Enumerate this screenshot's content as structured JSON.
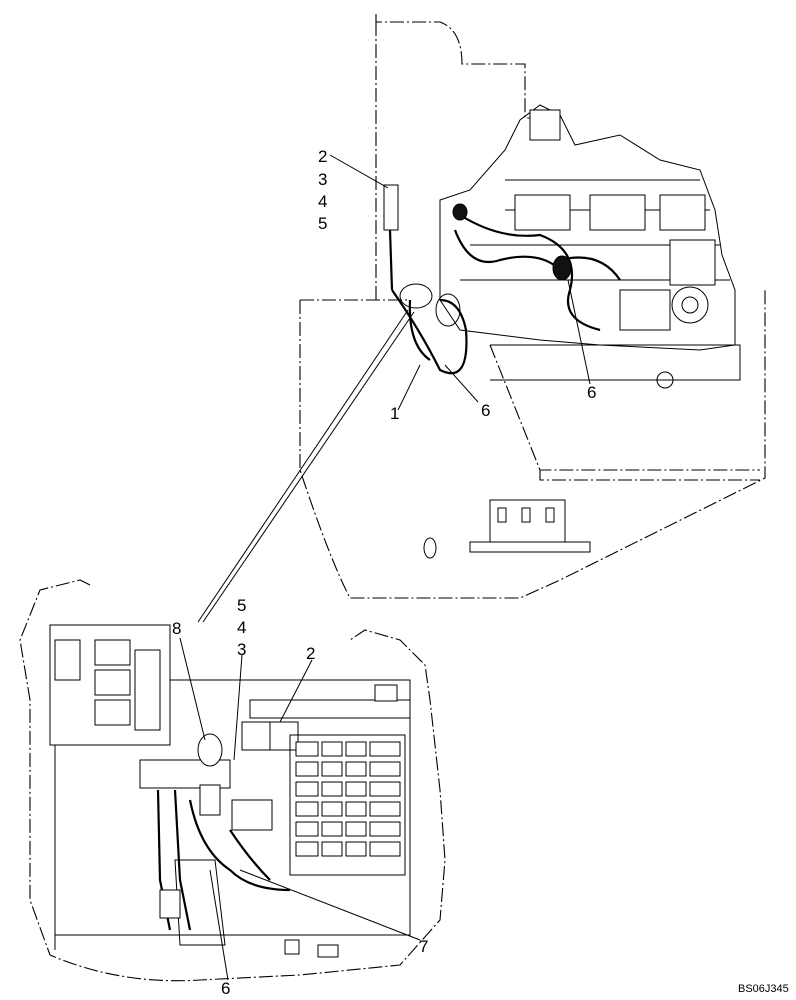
{
  "callouts": {
    "top_2": "2",
    "top_3": "3",
    "top_4": "4",
    "top_5": "5",
    "top_1": "1",
    "top_6a": "6",
    "top_6b": "6",
    "bot_5": "5",
    "bot_4": "4",
    "bot_3": "3",
    "bot_8": "8",
    "bot_2": "2",
    "bot_7": "7",
    "bot_6": "6"
  },
  "drawing_code": "BS06J345"
}
